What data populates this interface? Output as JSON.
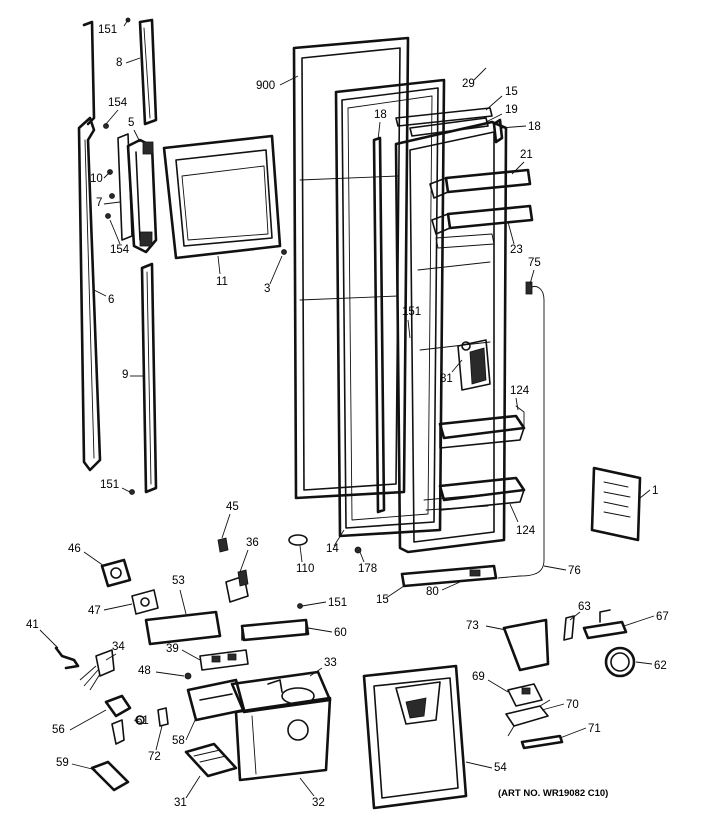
{
  "diagram": {
    "art_number": "(ART NO. WR19082 C10)",
    "callouts": [
      {
        "id": "c151a",
        "text": "151"
      },
      {
        "id": "c8",
        "text": "8"
      },
      {
        "id": "c900",
        "text": "900"
      },
      {
        "id": "c29",
        "text": "29"
      },
      {
        "id": "c15a",
        "text": "15"
      },
      {
        "id": "c19",
        "text": "19"
      },
      {
        "id": "c154a",
        "text": "154"
      },
      {
        "id": "c5",
        "text": "5"
      },
      {
        "id": "c18a",
        "text": "18"
      },
      {
        "id": "c18b",
        "text": "18"
      },
      {
        "id": "c21",
        "text": "21"
      },
      {
        "id": "c10",
        "text": "10"
      },
      {
        "id": "c7",
        "text": "7"
      },
      {
        "id": "c154b",
        "text": "154"
      },
      {
        "id": "c23",
        "text": "23"
      },
      {
        "id": "c75",
        "text": "75"
      },
      {
        "id": "c11",
        "text": "11"
      },
      {
        "id": "c3",
        "text": "3"
      },
      {
        "id": "c6",
        "text": "6"
      },
      {
        "id": "c151b",
        "text": "151"
      },
      {
        "id": "c81",
        "text": "81"
      },
      {
        "id": "c9",
        "text": "9"
      },
      {
        "id": "c124a",
        "text": "124"
      },
      {
        "id": "c151c",
        "text": "151"
      },
      {
        "id": "c1",
        "text": "1"
      },
      {
        "id": "c45",
        "text": "45"
      },
      {
        "id": "c124b",
        "text": "124"
      },
      {
        "id": "c14",
        "text": "14"
      },
      {
        "id": "c36",
        "text": "36"
      },
      {
        "id": "c46",
        "text": "46"
      },
      {
        "id": "c110",
        "text": "110"
      },
      {
        "id": "c178",
        "text": "178"
      },
      {
        "id": "c76",
        "text": "76"
      },
      {
        "id": "c15b",
        "text": "15"
      },
      {
        "id": "c80",
        "text": "80"
      },
      {
        "id": "c47",
        "text": "47"
      },
      {
        "id": "c53",
        "text": "53"
      },
      {
        "id": "c151d",
        "text": "151"
      },
      {
        "id": "c63",
        "text": "63"
      },
      {
        "id": "c41",
        "text": "41"
      },
      {
        "id": "c60",
        "text": "60"
      },
      {
        "id": "c73",
        "text": "73"
      },
      {
        "id": "c67",
        "text": "67"
      },
      {
        "id": "c34",
        "text": "34"
      },
      {
        "id": "c39",
        "text": "39"
      },
      {
        "id": "c62",
        "text": "62"
      },
      {
        "id": "c33",
        "text": "33"
      },
      {
        "id": "c48",
        "text": "48"
      },
      {
        "id": "c69",
        "text": "69"
      },
      {
        "id": "c70",
        "text": "70"
      },
      {
        "id": "c56",
        "text": "56"
      },
      {
        "id": "c61",
        "text": "61"
      },
      {
        "id": "c71",
        "text": "71"
      },
      {
        "id": "c58",
        "text": "58"
      },
      {
        "id": "c72",
        "text": "72"
      },
      {
        "id": "c59",
        "text": "59"
      },
      {
        "id": "c54",
        "text": "54"
      },
      {
        "id": "c31",
        "text": "31"
      },
      {
        "id": "c32",
        "text": "32"
      }
    ]
  }
}
